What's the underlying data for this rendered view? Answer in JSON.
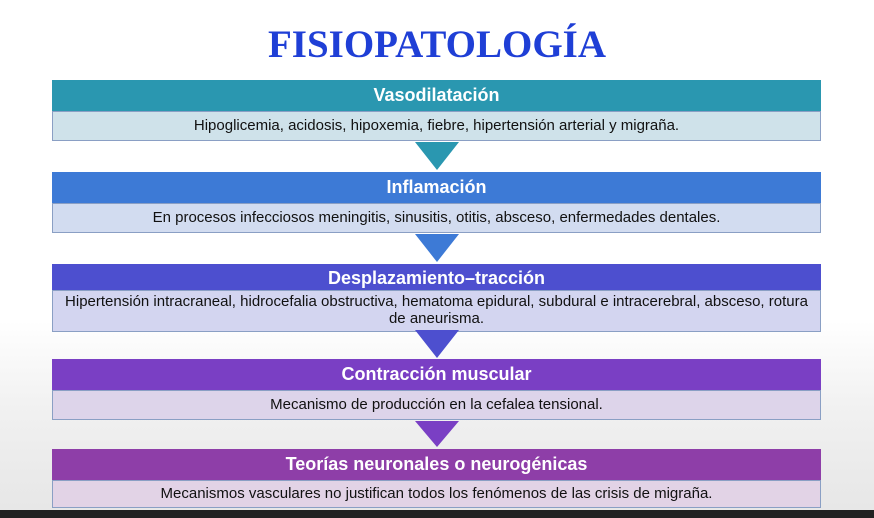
{
  "title": "FISIOPATOLOGÍA",
  "steps": [
    {
      "heading": "Vasodilatación",
      "description": "Hipoglicemia, acidosis, hipoxemia, fiebre, hipertensión arterial y migraña.",
      "color": "#2a97b0"
    },
    {
      "heading": "Inflamación",
      "description": "En procesos infecciosos meningitis, sinusitis, otitis, absceso, enfermedades dentales.",
      "color": "#3d7ad6"
    },
    {
      "heading": "Desplazamiento–tracción",
      "description": "Hipertensión intracraneal, hidrocefalia obstructiva, hematoma epidural, subdural e intracerebral, absceso, rotura de aneurisma.",
      "color": "#4d4fcf"
    },
    {
      "heading": "Contracción muscular",
      "description": "Mecanismo de producción en la cefalea tensional.",
      "color": "#7a3fc4"
    },
    {
      "heading": "Teorías neuronales o neurogénicas",
      "description": "Mecanismos vasculares no justifican todos los fenómenos de las crisis de migraña.",
      "color": "#8e3ea8"
    }
  ]
}
